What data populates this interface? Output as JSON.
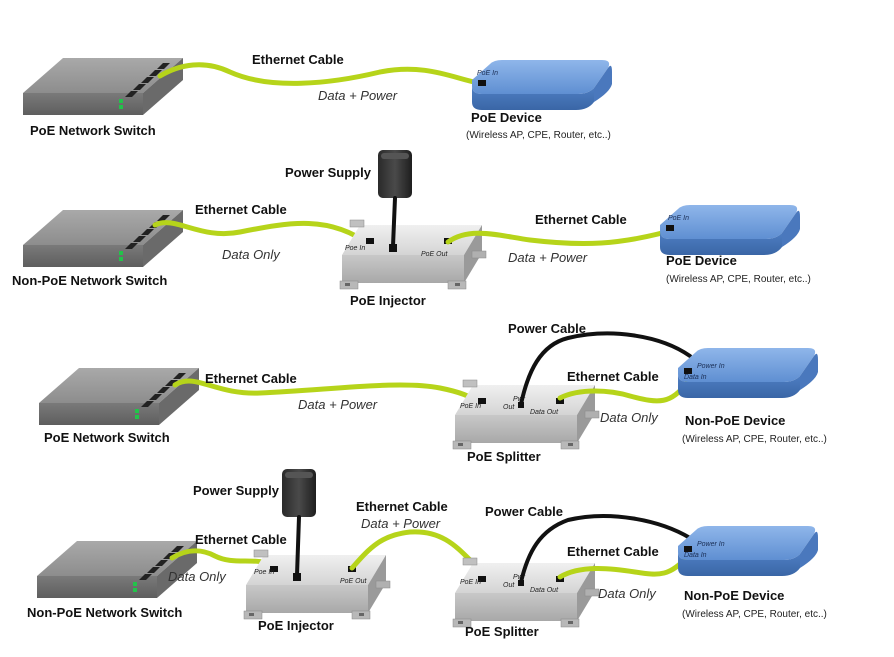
{
  "row1": {
    "switch_label": "PoE  Network Switch",
    "cable_label": "Ethernet Cable",
    "flow_label": "Data + Power",
    "device_title": "PoE Device",
    "device_sub": "(Wireless AP, CPE, Router, etc..)",
    "device_port": "PoE In"
  },
  "row2": {
    "switch_label": "Non-PoE  Network Switch",
    "psu_label": "Power Supply",
    "cable1_label": "Ethernet Cable",
    "flow1_label": "Data  Only",
    "injector_label": "PoE Injector",
    "injector_port_in": "Poe In",
    "injector_port_out": "PoE Out",
    "cable2_label": "Ethernet Cable",
    "flow2_label": "Data + Power",
    "device_title": "PoE Device",
    "device_sub": "(Wireless AP, CPE, Router, etc..)",
    "device_port": "PoE In"
  },
  "row3": {
    "switch_label": "PoE  Network Switch",
    "cable1_label": "Ethernet Cable",
    "flow1_label": "Data + Power",
    "power_cable_label": "Power Cable",
    "cable2_label": "Ethernet Cable",
    "flow2_label": "Data  Only",
    "splitter_label": "PoE Splitter",
    "splitter_port_in": "PoE In",
    "splitter_port_pwr1": "Pwr",
    "splitter_port_pwr2": "Out",
    "splitter_port_out": "Data Out",
    "device_title": "Non-PoE Device",
    "device_sub": "(Wireless AP, CPE, Router, etc..)",
    "device_port1": "Power In",
    "device_port2": "Data In"
  },
  "row4": {
    "switch_label": "Non-PoE  Network Switch",
    "psu_label": "Power Supply",
    "cable1_label": "Ethernet Cable",
    "flow1_label": "Data  Only",
    "injector_label": "PoE Injector",
    "injector_port_in": "Poe In",
    "injector_port_out": "PoE Out",
    "cable2_label": "Ethernet Cable",
    "flow2_label": "Data + Power",
    "power_cable_label": "Power Cable",
    "cable3_label": "Ethernet Cable",
    "flow3_label": "Data  Only",
    "splitter_label": "PoE Splitter",
    "splitter_port_in": "PoE In",
    "splitter_port_pwr1": "Pwr",
    "splitter_port_pwr2": "Out",
    "splitter_port_out": "Data Out",
    "device_title": "Non-PoE Device",
    "device_sub": "(Wireless AP, CPE, Router, etc..)",
    "device_port1": "Power In",
    "device_port2": "Data In"
  },
  "colors": {
    "ethernet_cable": "#b6d41a",
    "power_cable": "#111111",
    "device_blue": "#6f9bd8",
    "switch_gray": "#8a8a8a",
    "box_silver": "#d8d8d8"
  }
}
